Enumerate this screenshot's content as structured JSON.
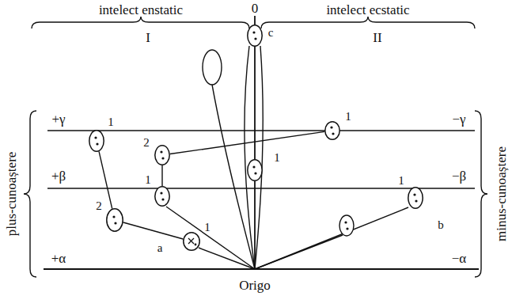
{
  "diagram": {
    "nodes": [
      {
        "text": [
          "c"
        ]
      },
      {
        "text": [
          "1"
        ]
      },
      {
        "text": [
          "1"
        ]
      },
      {
        "text": [
          "2"
        ]
      },
      {
        "text": [
          "1"
        ]
      },
      {
        "text": [
          "1"
        ]
      },
      {
        "text": [
          "1",
          "b"
        ]
      },
      {
        "text": [
          "2"
        ]
      },
      {
        "text": [
          "a",
          "1"
        ]
      }
    ],
    "edges": [
      {
        "from": 1,
        "to": 7,
        "arrow": "none"
      },
      {
        "from": 7,
        "to": 8,
        "arrow": "none"
      },
      {
        "from": 3,
        "to": 2,
        "arrow": "none"
      },
      {
        "from": 3,
        "to": 5,
        "arrow": "none"
      }
    ],
    "labels": [
      "intelect enstatic",
      "intelect ecstatic",
      "0",
      "I",
      "II",
      "+γ",
      "−γ",
      "+β",
      "−β",
      "+α",
      "−α",
      "Origo",
      "plus-cunoaștere",
      "minus-cunoaștere"
    ]
  }
}
